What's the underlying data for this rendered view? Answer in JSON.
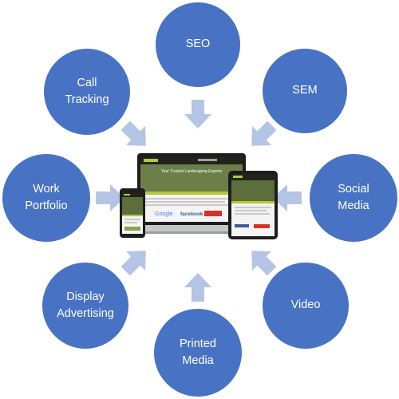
{
  "nodes": [
    {
      "id": "seo",
      "lines": [
        "SEO"
      ]
    },
    {
      "id": "sem",
      "lines": [
        "SEM"
      ]
    },
    {
      "id": "social-media",
      "lines": [
        "Social",
        "Media"
      ]
    },
    {
      "id": "video",
      "lines": [
        "Video"
      ]
    },
    {
      "id": "printed-media",
      "lines": [
        "Printed",
        "Media"
      ]
    },
    {
      "id": "display-advertising",
      "lines": [
        "Display",
        "Advertising"
      ]
    },
    {
      "id": "work-portfolio",
      "lines": [
        "Work",
        "Portfolio"
      ]
    },
    {
      "id": "call-tracking",
      "lines": [
        "Call",
        "Tracking"
      ]
    }
  ],
  "center_image": {
    "headline": "Your Trusted Landscaping Experts",
    "google_label": "Google",
    "facebook_label": "facebook"
  },
  "colors": {
    "circle": "#4873c4",
    "arrow": "#b4c4e4"
  }
}
